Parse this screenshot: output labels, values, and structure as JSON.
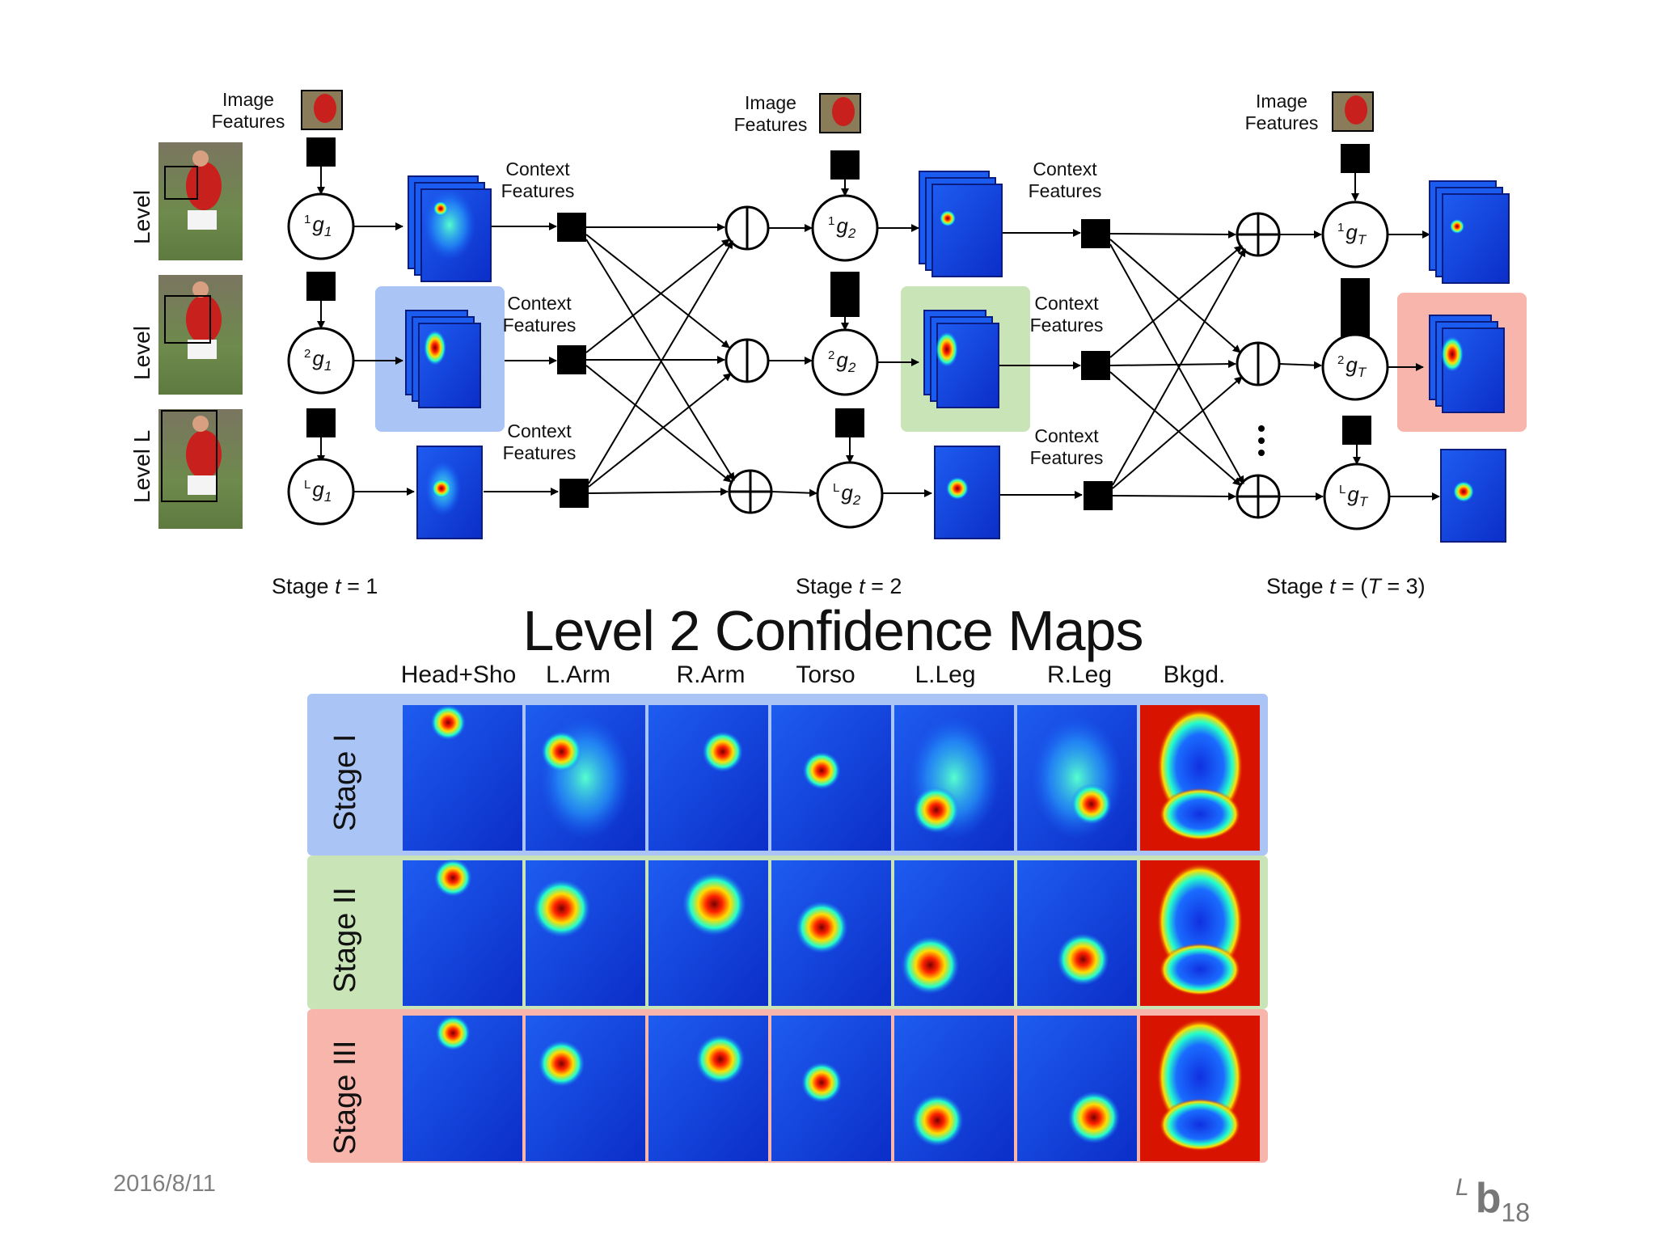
{
  "top_diagram": {
    "image_features_label": [
      "Image",
      "Features"
    ],
    "context_features_label": [
      "Context",
      "Features"
    ],
    "level_labels": [
      "Level",
      "Level",
      "Level L"
    ],
    "nodes": [
      {
        "id": "1g1",
        "sup": "1",
        "base": "g",
        "sub": "1"
      },
      {
        "id": "2g1",
        "sup": "2",
        "base": "g",
        "sub": "1"
      },
      {
        "id": "Lg1",
        "sup": "L",
        "base": "g",
        "sub": "1"
      },
      {
        "id": "1g2",
        "sup": "1",
        "base": "g",
        "sub": "2"
      },
      {
        "id": "2g2",
        "sup": "2",
        "base": "g",
        "sub": "2"
      },
      {
        "id": "Lg2",
        "sup": "L",
        "base": "g",
        "sub": "2"
      },
      {
        "id": "1gT",
        "sup": "1",
        "base": "g",
        "sub": "T"
      },
      {
        "id": "2gT",
        "sup": "2",
        "base": "g",
        "sub": "T"
      },
      {
        "id": "LgT",
        "sup": "L",
        "base": "g",
        "sub": "T"
      }
    ],
    "stage_labels": [
      {
        "prefix": "Stage ",
        "var": "t",
        "suffix": " = 1"
      },
      {
        "prefix": "Stage ",
        "var": "t",
        "suffix": " = 2"
      },
      {
        "prefix": "Stage ",
        "var": "t",
        "suffix": " = (",
        "var2": "T",
        "suffix2": " = 3)"
      }
    ],
    "colors": {
      "blue_hl": "#a9c4f5",
      "green_hl": "#c9e5b8",
      "red_hl": "#f7b5ac"
    }
  },
  "confidence_maps": {
    "title": "Level 2 Confidence Maps",
    "columns": [
      "Head+Sho",
      "L.Arm",
      "R.Arm",
      "Torso",
      "L.Leg",
      "R.Leg",
      "Bkgd."
    ],
    "rows": [
      {
        "label": "Stage I",
        "color": "#a9c4f5"
      },
      {
        "label": "Stage II",
        "color": "#c9e5b8"
      },
      {
        "label": "Stage III",
        "color": "#f7b5ac"
      }
    ]
  },
  "footer": {
    "date": "2016/8/11",
    "logo_prefix": "L",
    "logo_main": "b",
    "page_number": "18"
  }
}
